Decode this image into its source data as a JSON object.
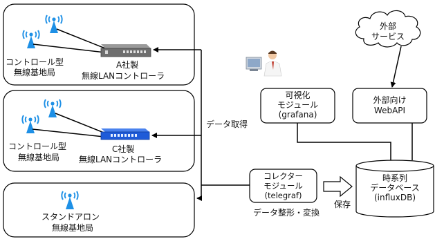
{
  "panels": {
    "a": {
      "ap_label_line1": "コントロール型",
      "ap_label_line2": "無線基地局",
      "controller_line1": "A社製",
      "controller_line2": "無線LANコントローラ"
    },
    "c": {
      "ap_label_line1": "コントロール型",
      "ap_label_line2": "無線基地局",
      "controller_line1": "C社製",
      "controller_line2": "無線LANコントローラ"
    },
    "standalone": {
      "ap_label_line1": "スタンドアロン",
      "ap_label_line2": "無線基地局"
    }
  },
  "labels": {
    "data_acquisition": "データ取得",
    "shaping": "データ整形・変換",
    "store": "保存"
  },
  "modules": {
    "collector": {
      "line1": "コレクター",
      "line2": "モジュール",
      "line3": "(telegraf)"
    },
    "visualizer": {
      "line1": "可視化",
      "line2": "モジュール",
      "line3": "(grafana)"
    },
    "webapi": {
      "line1": "外部向け",
      "line2": "WebAPI"
    },
    "database": {
      "line1": "時系列",
      "line2": "データベース",
      "line3": "(influxDB)"
    },
    "cloud": {
      "line1": "外部",
      "line2": "サービス"
    }
  },
  "colors": {
    "controller_a": "#6e6e6e",
    "controller_c": "#1f5bd8",
    "antenna": "#1e90e6"
  }
}
